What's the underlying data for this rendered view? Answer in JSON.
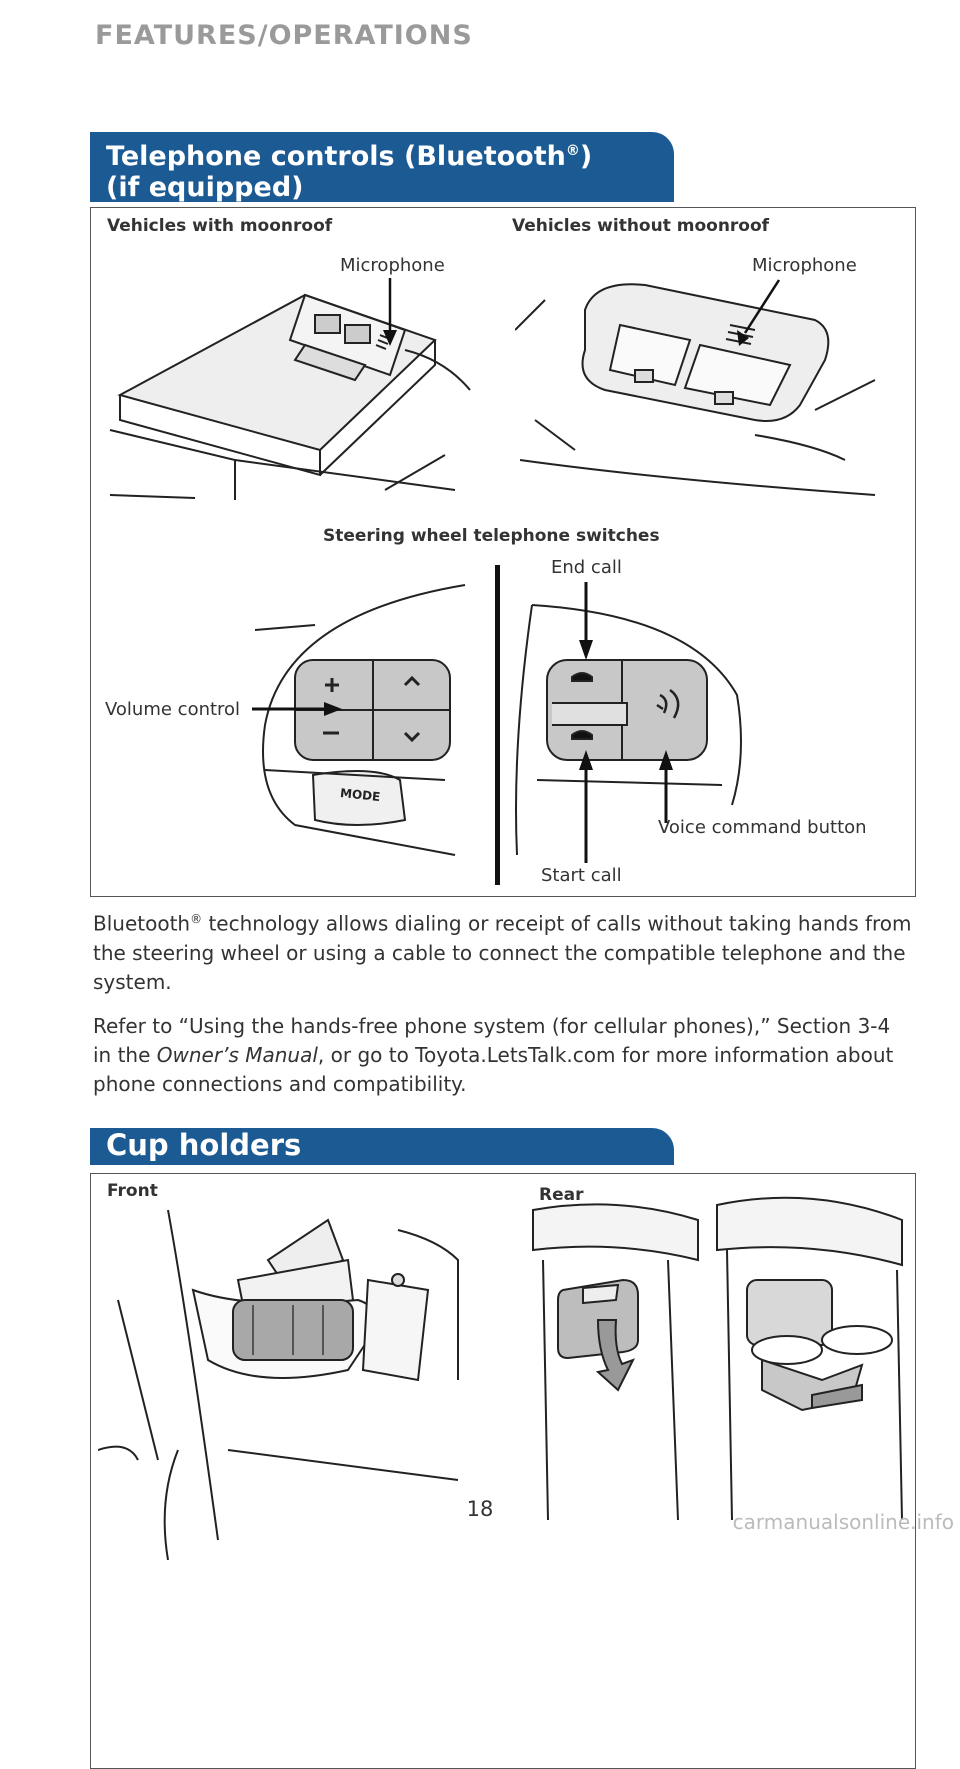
{
  "section_header": "FEATURES/OPERATIONS",
  "telephone": {
    "title_line1": "Telephone controls (Bluetooth",
    "title_reg": "®",
    "title_line1_end": ")",
    "title_line2": "(if equipped)",
    "with_moonroof": "Vehicles with moonroof",
    "without_moonroof": "Vehicles without moonroof",
    "microphone_left": "Microphone",
    "microphone_right": "Microphone",
    "steering_title": "Steering wheel telephone switches",
    "end_call": "End call",
    "volume_control": "Volume control",
    "voice_command": "Voice command button",
    "start_call": "Start call",
    "mode_label": "MODE"
  },
  "body": {
    "p1_a": "Bluetooth",
    "p1_reg": "®",
    "p1_b": " technology allows dialing or receipt of calls without taking hands from the steering wheel or using a cable to connect the compatible telephone and the system.",
    "p2_a": "Refer to “Using the hands-free phone system (for cellular phones),” Section 3-4 in the ",
    "p2_italic": "Owner’s Manual",
    "p2_b": ", or go to Toyota.LetsTalk.com for more information about phone connections and compatibility."
  },
  "cup_holders": {
    "title": "Cup holders",
    "front": "Front",
    "rear": "Rear"
  },
  "page_number": "18",
  "watermark": "carmanualsonline.info",
  "colors": {
    "banner": "#1b5a93",
    "header": "#9a9a9a"
  }
}
